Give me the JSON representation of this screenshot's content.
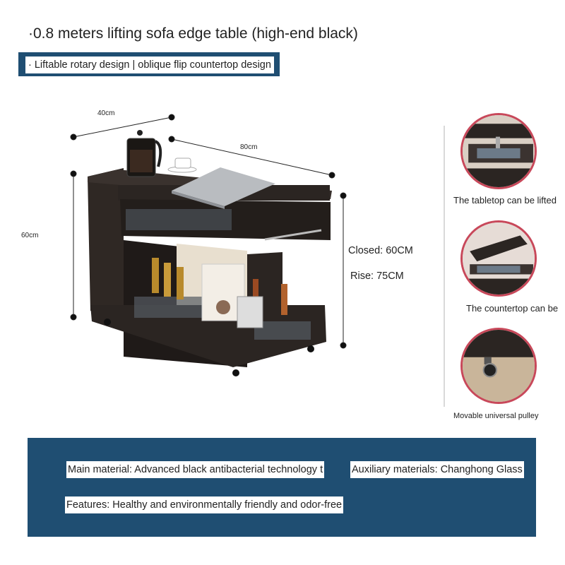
{
  "title": "·0.8 meters lifting sofa edge table (high-end black)",
  "subtitle": "· Liftable rotary design | oblique flip countertop design",
  "dimensions": {
    "width": "40cm",
    "length": "80cm",
    "height": "60cm",
    "closed": "Closed: 60CM",
    "rise": "Rise: 75CM"
  },
  "features": [
    {
      "caption": "The tabletop can be lifted",
      "icon": "lift-mechanism-icon"
    },
    {
      "caption": "The countertop can be",
      "icon": "flip-countertop-icon"
    },
    {
      "caption": "Movable universal pulley",
      "icon": "caster-wheel-icon"
    }
  ],
  "materials": {
    "main": "Main material: Advanced black antibacterial technology t",
    "auxiliary": "Auxiliary materials: Changhong Glass",
    "features": "Features: Healthy and environmentally friendly and odor-free"
  },
  "colors": {
    "accent_blue": "#1f4e72",
    "thumb_ring": "#c8485a",
    "furniture": "#2b2522"
  }
}
